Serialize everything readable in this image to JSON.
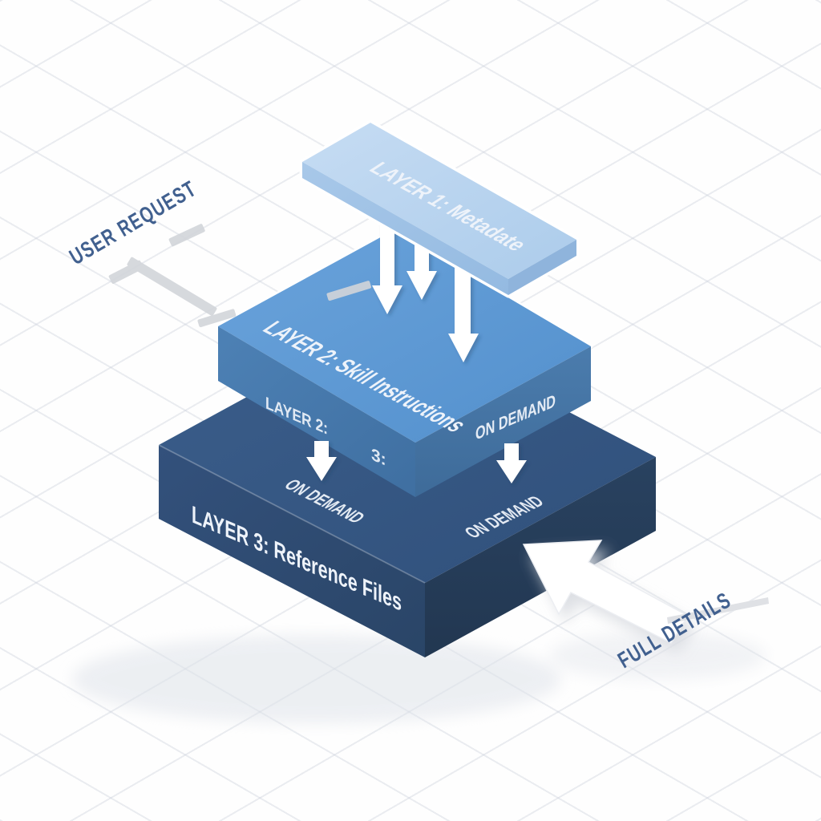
{
  "diagram": {
    "layers": [
      {
        "id": "layer1",
        "top_label": "LAYER 1: Metadate"
      },
      {
        "id": "layer2",
        "top_label": "LAYER 2: Skill Instructions",
        "front_label": "LAYER 2:",
        "front_label_fragment": "3:",
        "right_label": "ON DEMAND"
      },
      {
        "id": "layer3",
        "front_label": "LAYER 3: Reference Files",
        "left_flow_label": "ON DEMAND",
        "right_flow_label": "ON DEMAND"
      }
    ],
    "callouts": {
      "user_request": "USER REQUEST",
      "full_details": "FULL DETAILS"
    },
    "colors": {
      "layer1_top": "#b9d4ef",
      "layer2_top": "#5d9ad2",
      "layer3_top": "#33527e",
      "callout_text": "#41608f",
      "arrow": "#ffffff",
      "path_gray": "#d2d5da"
    }
  }
}
